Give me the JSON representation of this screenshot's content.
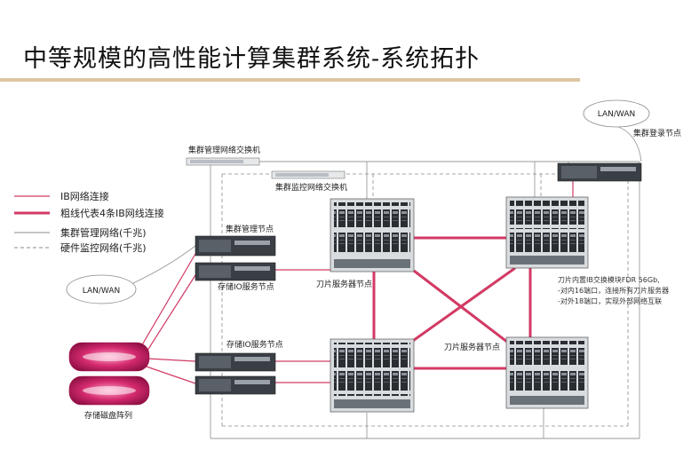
{
  "title": "中等规模的高性能计算集群系统-系统拓扑",
  "legend": {
    "ib": "IB网络连接",
    "thick": "粗线代表4条IB网线连接",
    "mgmt": "集群管理网络(千兆)",
    "hw": "硬件监控网络(千兆)"
  },
  "labels": {
    "lan_wan_top": "LAN/WAN",
    "lan_wan_left": "LAN/WAN",
    "login_node": "集群登录节点",
    "mgmt_switch": "集群管理网络交换机",
    "monitor_switch": "集群监控网络交换机",
    "mgmt_node": "集群管理节点",
    "io_node_1": "存储IO服务节点",
    "io_node_2": "存储IO服务节点",
    "blade_server_1": "刀片服务器节点",
    "blade_server_2": "刀片服务器节点",
    "storage_array": "存储磁盘阵列"
  },
  "note": [
    "刀片内置IB交换模块FDR 56Gb,",
    "-对内16端口，连接所有刀片服务器",
    "-对外18端口，实现外部网络互联"
  ],
  "colors": {
    "ib": "#d23a64",
    "mgmt": "#888888",
    "accent": "#dcc6a0",
    "storage": "#cc1f63"
  }
}
